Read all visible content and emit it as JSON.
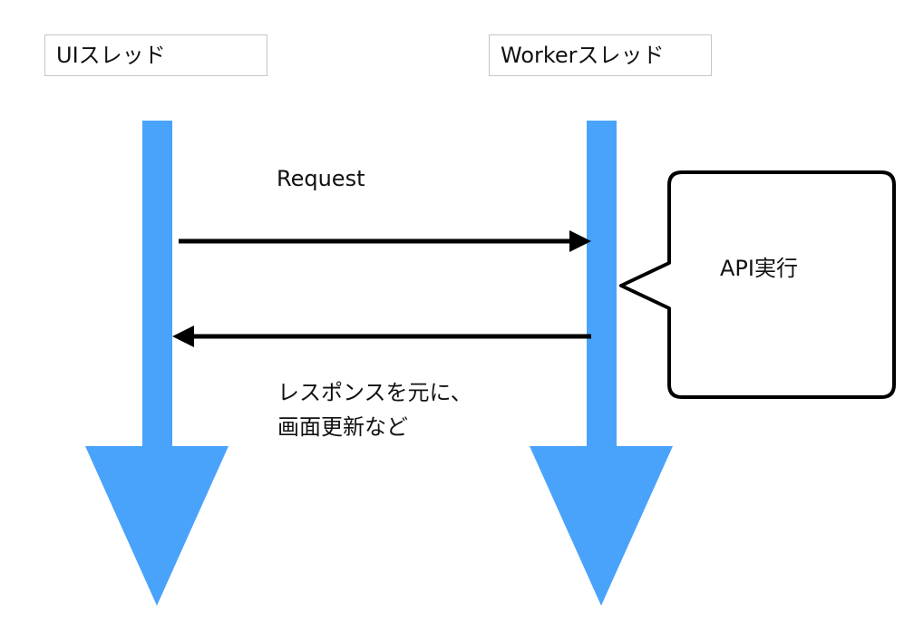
{
  "lanes": {
    "ui": {
      "label": "UIスレッド"
    },
    "worker": {
      "label": "Workerスレッド"
    }
  },
  "messages": {
    "request": {
      "label": "Request"
    },
    "response": {
      "line1": "レスポンスを元に、",
      "line2": "画面更新など"
    }
  },
  "callout": {
    "label": "API実行"
  },
  "colors": {
    "lifeline": "#4aa3fb",
    "arrow": "#000000",
    "callout_border": "#000000"
  }
}
